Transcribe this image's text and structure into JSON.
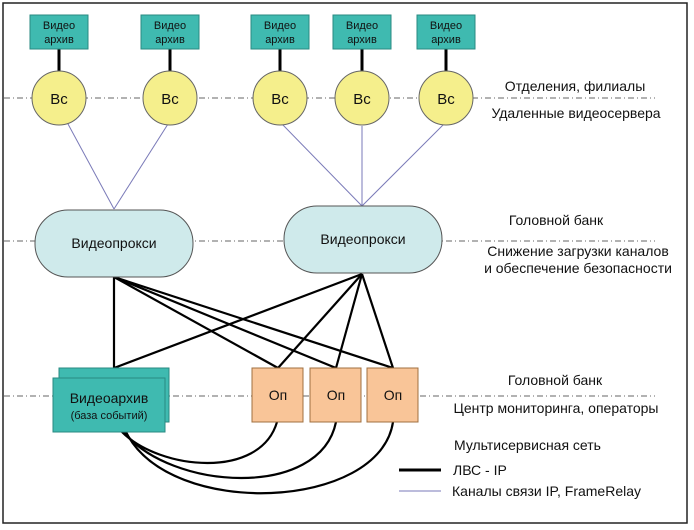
{
  "colors": {
    "archive_fill": "#3fbab0",
    "server_fill": "#f5ef8c",
    "proxy_fill": "#cfeaeb",
    "operator_fill": "#f9c598",
    "lan_line": "#000000",
    "wan_line": "#7a7ab8"
  },
  "nodes": {
    "remote_archives": [
      {
        "line1": "Видео",
        "line2": "архив"
      },
      {
        "line1": "Видео",
        "line2": "архив"
      },
      {
        "line1": "Видео",
        "line2": "архив"
      },
      {
        "line1": "Видео",
        "line2": "архив"
      },
      {
        "line1": "Видео",
        "line2": "архив"
      }
    ],
    "video_servers": [
      {
        "label": "Вс"
      },
      {
        "label": "Вс"
      },
      {
        "label": "Вс"
      },
      {
        "label": "Вс"
      },
      {
        "label": "Вс"
      }
    ],
    "proxies": [
      {
        "label": "Видеопрокси"
      },
      {
        "label": "Видеопрокси"
      }
    ],
    "central_archive": {
      "title": "Видеоархив",
      "subtitle": "(база событий)"
    },
    "operators": [
      {
        "label": "Оп"
      },
      {
        "label": "Оп"
      },
      {
        "label": "Оп"
      }
    ]
  },
  "levels": [
    {
      "above": "Отделения, филиалы",
      "below": "Удаленные видеосервера"
    },
    {
      "above": "Головной банк",
      "below_line1": "Снижение загрузки каналов",
      "below_line2": "и обеспечение безопасности"
    },
    {
      "above": "Головной банк",
      "below": "Центр мониторинга, операторы"
    }
  ],
  "legend": {
    "title": "Мультисервисная сеть",
    "items": [
      {
        "label": "ЛВС - IP",
        "type": "lan"
      },
      {
        "label": "Каналы связи IP, FrameRelay",
        "type": "wan"
      }
    ]
  }
}
